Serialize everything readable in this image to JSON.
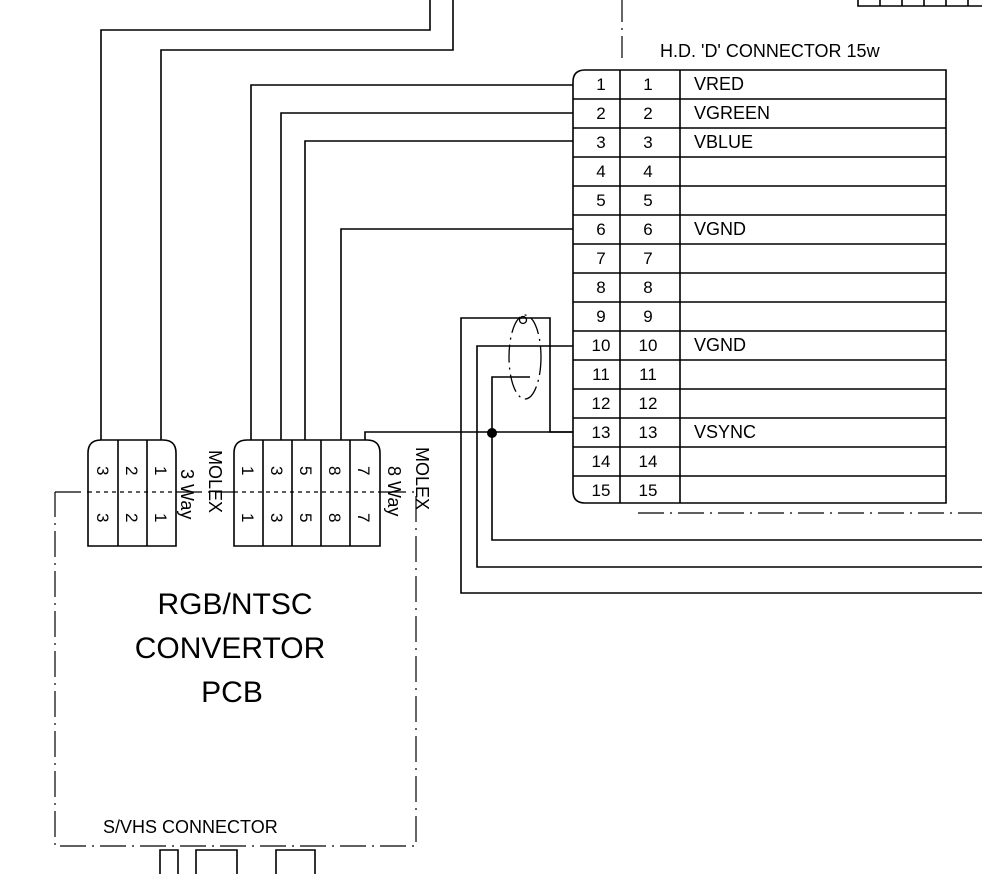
{
  "dsub": {
    "title": "H.D. 'D' CONNECTOR 15w",
    "pins": [
      "1",
      "2",
      "3",
      "4",
      "5",
      "6",
      "7",
      "8",
      "9",
      "10",
      "11",
      "12",
      "13",
      "14",
      "15"
    ],
    "signals": [
      "VRED",
      "VGREEN",
      "VBLUE",
      "",
      "",
      "VGND",
      "",
      "",
      "",
      "VGND",
      "",
      "",
      "VSYNC",
      "",
      ""
    ]
  },
  "molex3": {
    "label1": "MOLEX",
    "label2": "3 Way",
    "pins": [
      "3",
      "2",
      "1"
    ]
  },
  "molex8": {
    "label1": "MOLEX",
    "label2": "8 Way",
    "pins": [
      "1",
      "3",
      "5",
      "8",
      "7"
    ]
  },
  "pcb": {
    "line1": "RGB/NTSC",
    "line2": "CONVERTOR",
    "line3": "PCB",
    "svhs": "S/VHS CONNECTOR"
  }
}
